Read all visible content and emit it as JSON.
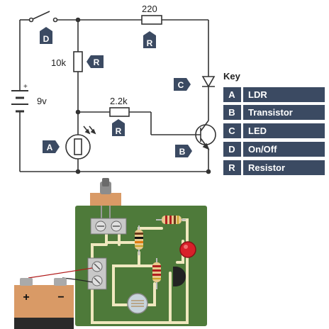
{
  "schematic": {
    "labels": {
      "resistor_top": "220",
      "resistor_left": "10k",
      "resistor_mid": "2.2k",
      "battery": "9v",
      "battery_plus": "+"
    },
    "tags": {
      "switch": "D",
      "resistor_top": "R",
      "resistor_left": "R",
      "resistor_mid": "R",
      "led": "C",
      "ldr": "A",
      "transistor": "B"
    }
  },
  "key": {
    "title": "Key",
    "items": [
      {
        "letter": "A",
        "label": "LDR"
      },
      {
        "letter": "B",
        "label": "Transistor"
      },
      {
        "letter": "C",
        "label": "LED"
      },
      {
        "letter": "D",
        "label": "On/Off"
      },
      {
        "letter": "R",
        "label": "Resistor"
      }
    ]
  },
  "battery_photo": {
    "plus": "+",
    "minus": "−"
  },
  "colors": {
    "wire": "#333333",
    "tag_bg": "#3b4a62",
    "key_bg": "#3b4a62",
    "board": "#4e7a3a",
    "track": "#f0e8bf",
    "battery": "#d99a66",
    "led_red": "#d8202a"
  }
}
